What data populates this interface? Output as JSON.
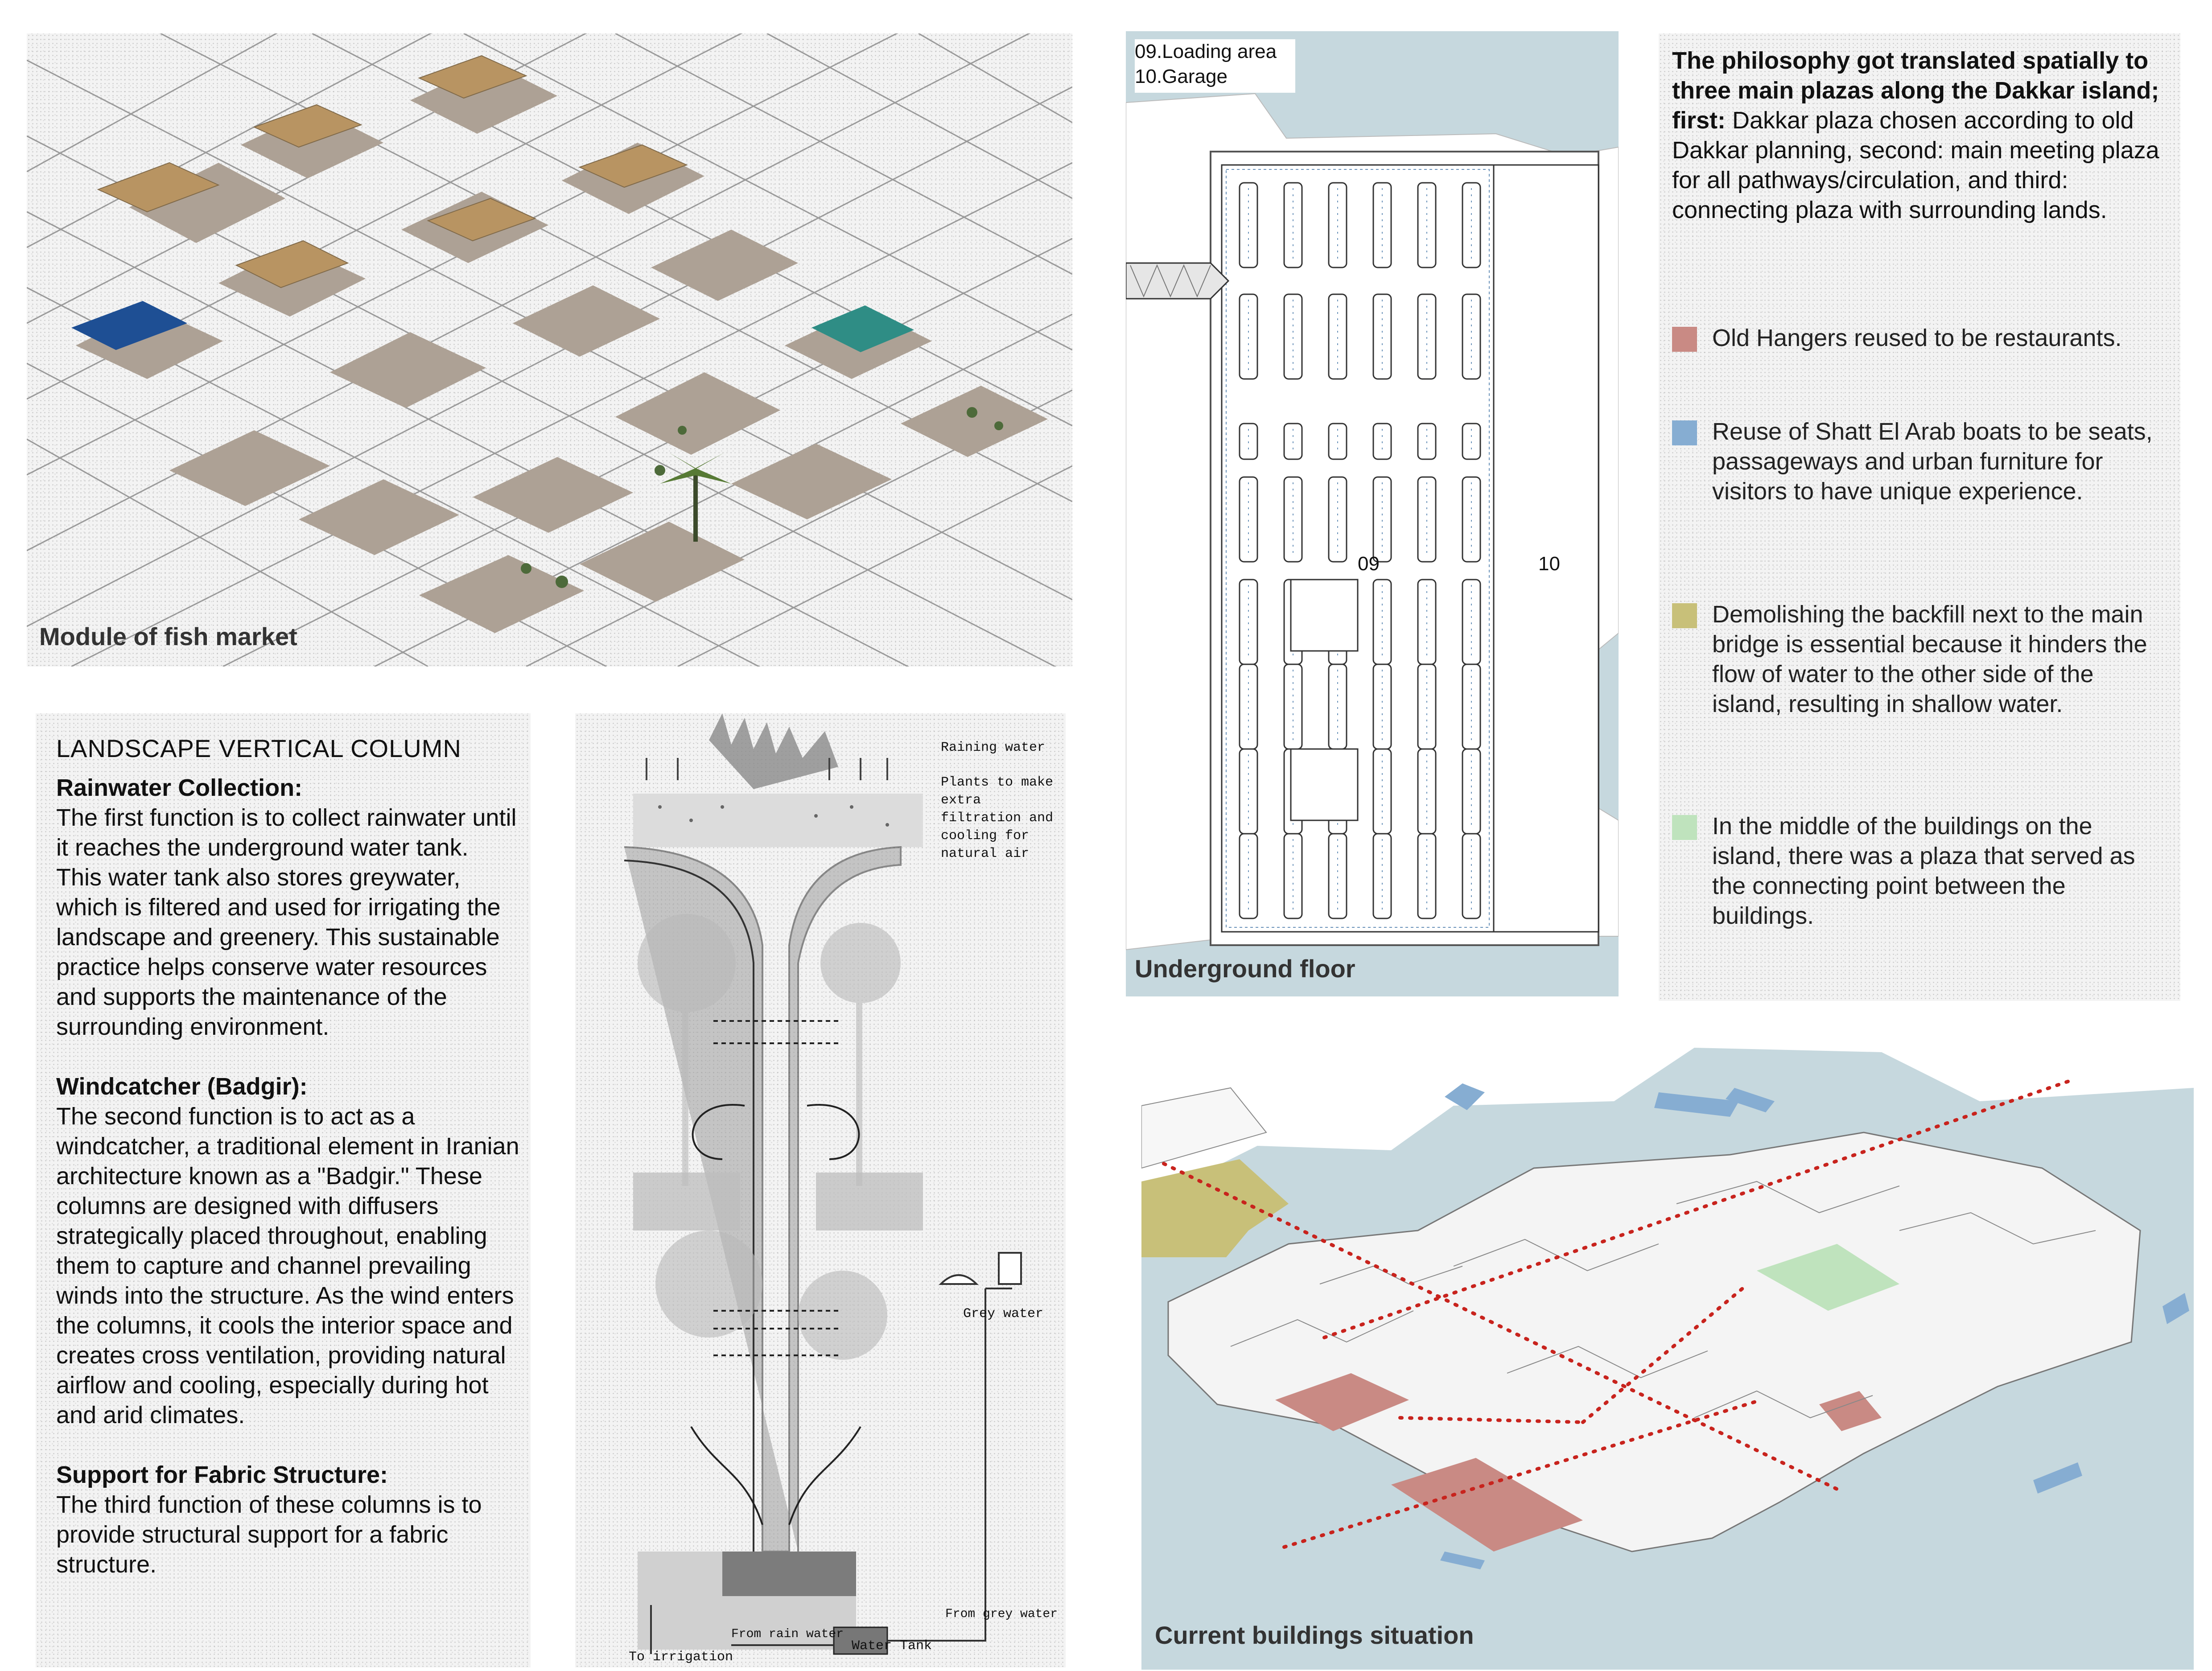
{
  "captions": {
    "fish_market": "Module of fish market",
    "underground": "Underground floor",
    "buildings": "Current buildings situation"
  },
  "underground": {
    "legend_09": "09.Loading area",
    "legend_10": "10.Garage",
    "label_09": "09",
    "label_10": "10"
  },
  "column_text": {
    "title": "LANDSCAPE VERTICAL COLUMN",
    "sections": [
      {
        "heading": "Rainwater Collection:",
        "body": "The first function is to collect rainwater until it reaches the underground water tank. This water tank also stores greywater, which is filtered and used for irrigating the landscape and greenery. This sustainable practice helps conserve water resources and supports the maintenance of the surrounding environment."
      },
      {
        "heading": "Windcatcher (Badgir):",
        "body": "The second function is to act as a windcatcher, a traditional element in Iranian architecture known as a \"Badgir.\" These columns are designed with diffusers strategically placed throughout, enabling them to capture and channel prevailing winds into the structure. As the wind enters the columns, it cools the interior space and creates cross ventilation, providing natural airflow and cooling, especially during hot and arid climates."
      },
      {
        "heading": "Support for Fabric Structure:",
        "body": "The third function of these columns is to provide structural support for a fabric structure."
      }
    ]
  },
  "section_labels": {
    "raining": "Raining water",
    "plants": "Plants to make extra filtration and cooling for natural air",
    "grey": "Grey water",
    "from_grey": "From grey water",
    "from_rain": "From rain water",
    "tank": "Water Tank",
    "irrigation": "To irrigation"
  },
  "philosophy": {
    "bold": "The philosophy got translated spatially to three main plazas along the Dakkar island; first:",
    "rest": " Dakkar plaza chosen according to old Dakkar planning, second: main meeting plaza for all pathways/circulation, and third: connecting plaza with surrounding lands."
  },
  "legend": [
    {
      "color": "#c98a84",
      "text": "Old Hangers reused to be restaurants."
    },
    {
      "color": "#86add2",
      "text": "Reuse of Shatt El Arab boats to be seats, passageways and urban furniture for visitors to have unique experience."
    },
    {
      "color": "#c8c079",
      "text": "Demolishing the backfill next to the main bridge is essential because it hinders the flow of water to the other side of the island, resulting in shallow water."
    },
    {
      "color": "#bfe3bd",
      "text": "In the middle of the buildings on the island, there was a plaza that served as the connecting point between the buildings."
    }
  ],
  "colors": {
    "water": "#c6d8de",
    "plaza_tile": "#ada195",
    "hangar": "#c98a84",
    "boat": "#86add2",
    "backfill": "#c8c079",
    "green_plaza": "#bfe3bd",
    "axis_line": "#c8231d"
  }
}
